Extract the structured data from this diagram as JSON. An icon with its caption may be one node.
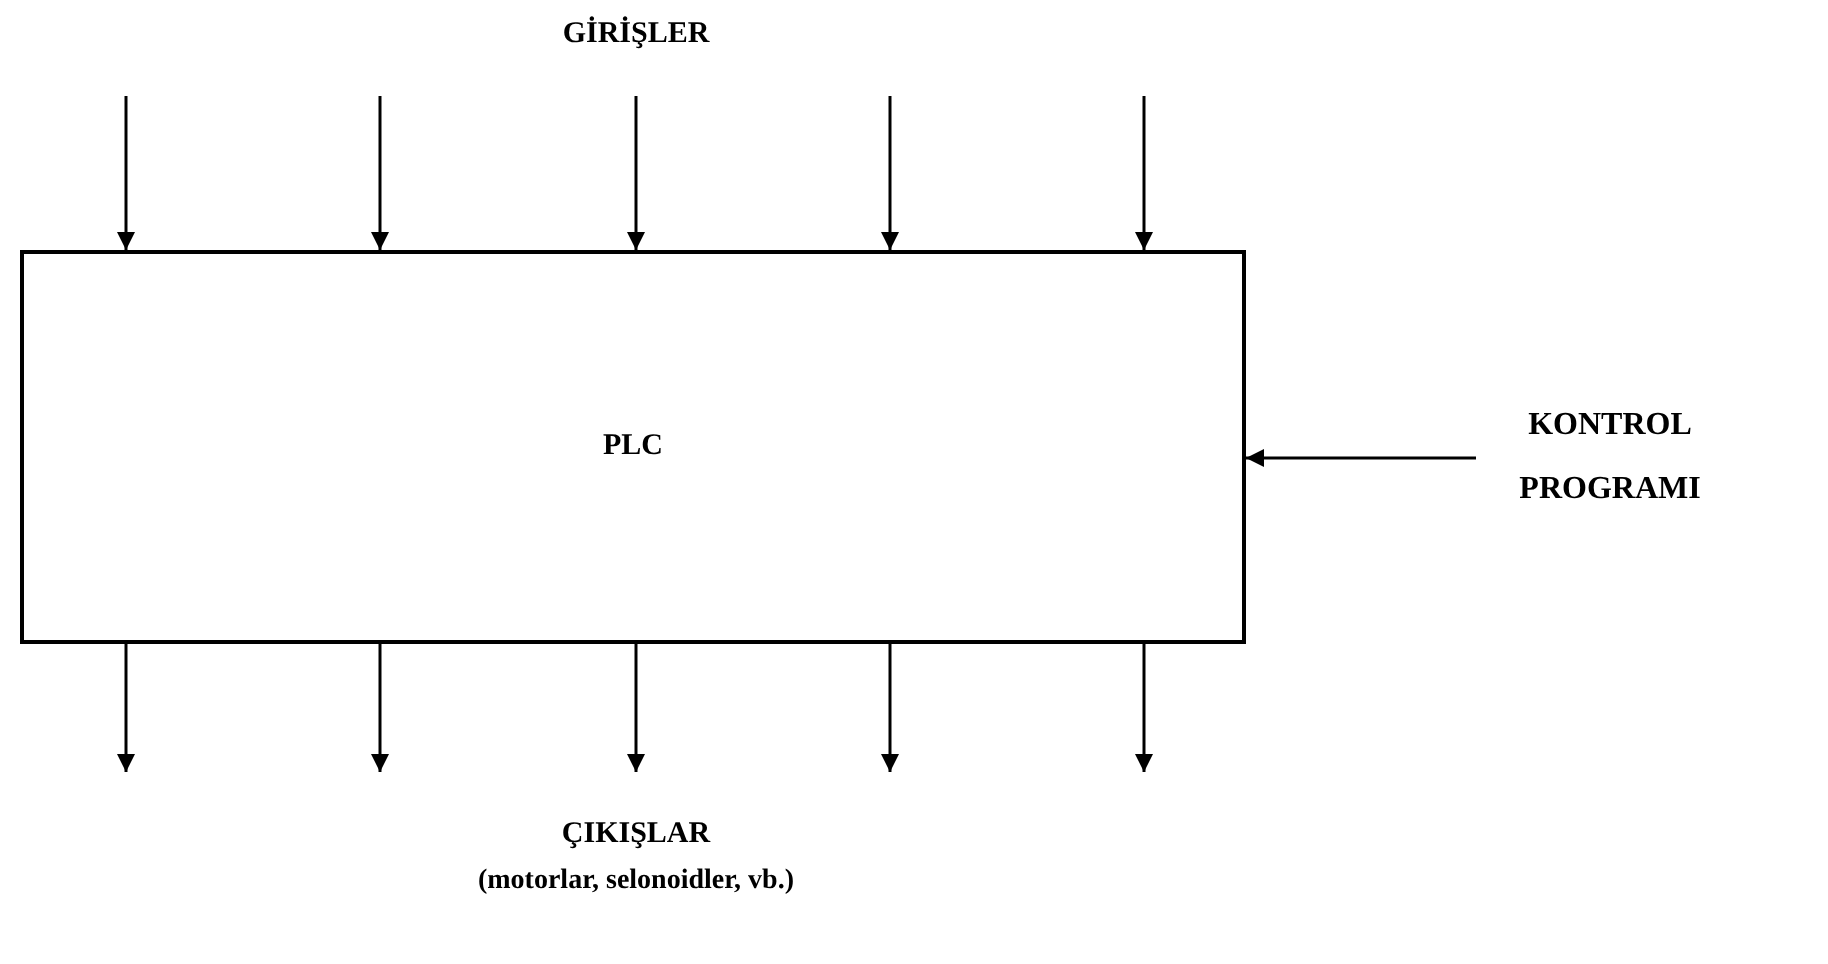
{
  "diagram": {
    "nodes": [
      {
        "text": [
          "PLC"
        ]
      },
      {
        "text": [
          "KONTROL PROGRAMI"
        ]
      }
    ],
    "edges": [
      {
        "from": 1,
        "to": 0,
        "arrow": "to"
      },
      {
        "from": null,
        "to": 0,
        "arrow": "to"
      },
      {
        "from": null,
        "to": 0,
        "arrow": "to"
      },
      {
        "from": null,
        "to": 0,
        "arrow": "to"
      },
      {
        "from": null,
        "to": 0,
        "arrow": "to"
      },
      {
        "from": null,
        "to": 0,
        "arrow": "to"
      },
      {
        "from": 0,
        "to": null,
        "arrow": "to"
      },
      {
        "from": 0,
        "to": null,
        "arrow": "to"
      },
      {
        "from": 0,
        "to": null,
        "arrow": "to"
      },
      {
        "from": 0,
        "to": null,
        "arrow": "to"
      },
      {
        "from": 0,
        "to": null,
        "arrow": "to"
      }
    ],
    "labels": [
      "GİRİŞLER",
      "ÇIKIŞLAR",
      "(motorlar, selonoidler, vb.)"
    ]
  }
}
